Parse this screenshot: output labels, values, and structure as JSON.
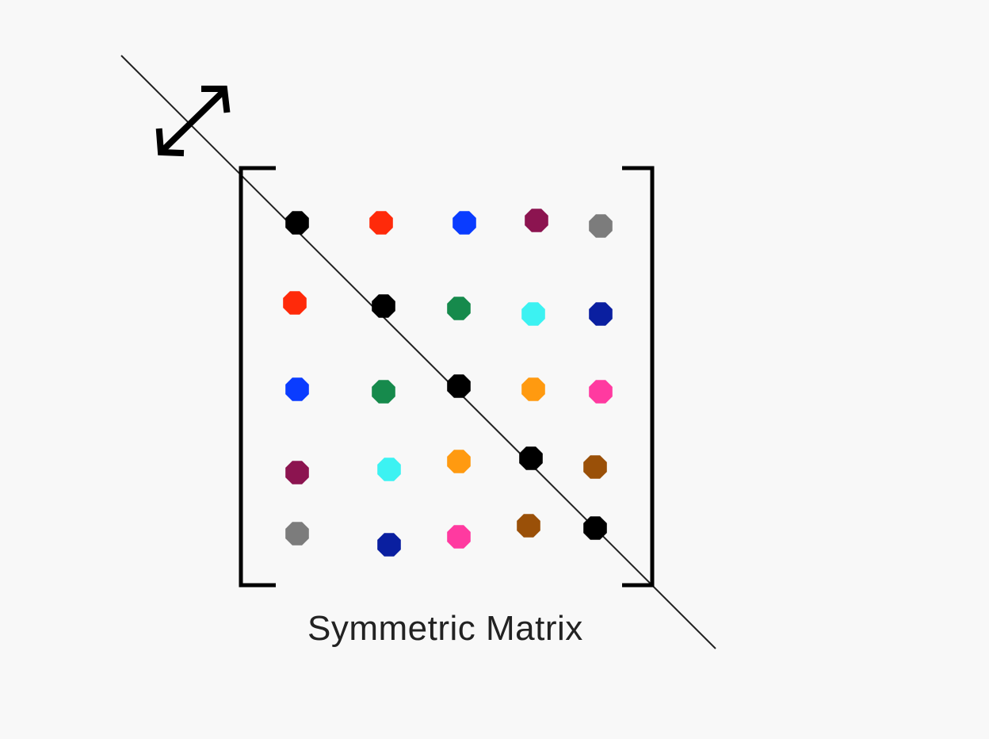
{
  "caption": "Symmetric Matrix",
  "palette": {
    "black": "#000000",
    "red": "#ff2a0a",
    "blue": "#0a3cff",
    "purple": "#8c1450",
    "gray": "#7c7c7c",
    "green": "#168a4c",
    "cyan": "#3cf2f2",
    "navy": "#0a1fa0",
    "orange": "#ff9a10",
    "pink": "#ff3aa0",
    "brown": "#9a5008"
  },
  "matrix": [
    [
      "black",
      "red",
      "blue",
      "purple",
      "gray"
    ],
    [
      "red",
      "black",
      "green",
      "cyan",
      "navy"
    ],
    [
      "blue",
      "green",
      "black",
      "orange",
      "pink"
    ],
    [
      "purple",
      "cyan",
      "orange",
      "black",
      "brown"
    ],
    [
      "gray",
      "navy",
      "pink",
      "brown",
      "black"
    ]
  ],
  "icons": {
    "diagonal_line": "diagonal-mirror-line",
    "arrow": "double-headed-arrow-icon",
    "brackets": "matrix-bracket"
  }
}
